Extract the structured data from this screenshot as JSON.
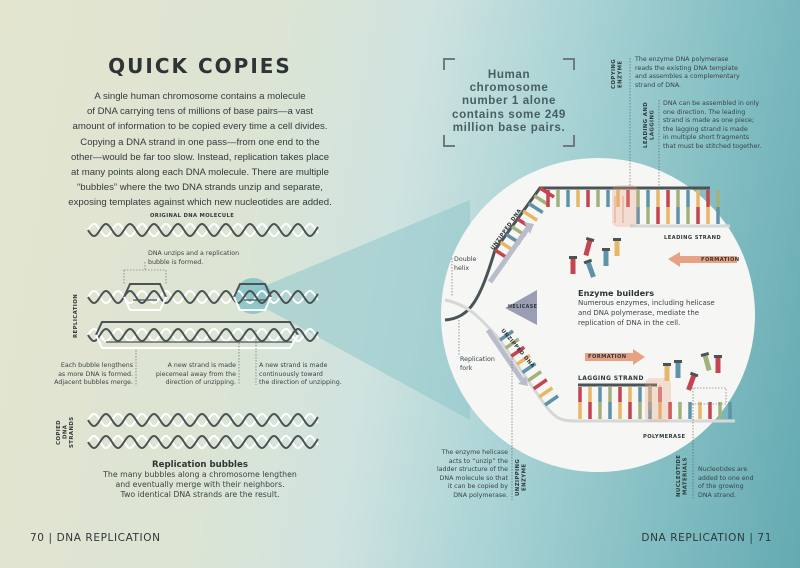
{
  "left_page": {
    "title": "QUICK COPIES",
    "intro_lines": [
      "A single human chromosome contains a molecule",
      "of DNA carrying tens of millions of base pairs—a vast",
      "amount of information to be copied every time a cell divides.",
      "Copying a DNA strand in one pass—from one end to the",
      "other—would be far too slow. Instead, replication takes place",
      "at many points along each DNA molecule. There are multiple",
      "“bubbles” where the two DNA strands unzip and separate,",
      "exposing templates against which new nucleotides are added."
    ],
    "diagram": {
      "original_label": "ORIGINAL DNA MOLECULE",
      "unzip_note": [
        "DNA unzips and a replication",
        "bubble is formed."
      ],
      "replication_label": "REPLICATION",
      "note_lengthens": [
        "Each bubble lengthens",
        "as more DNA is formed.",
        "Adjacent bubbles merge."
      ],
      "note_piecemeal": [
        "A new strand is made",
        "piecemeal away from the",
        "direction of unzipping."
      ],
      "note_continuous": [
        "A new strand is made",
        "continuously toward",
        "the direction of unzipping."
      ],
      "copied_label": "COPIED DNA STRANDS",
      "caption_title": "Replication bubbles",
      "caption_lines": [
        "The many bubbles along a chromosome lengthen",
        "and eventually merge with their neighbors.",
        "Two identical DNA strands are the result."
      ]
    },
    "footer": "70 | DNA REPLICATION"
  },
  "right_page": {
    "fact_lines": [
      "Human",
      "chromosome",
      "number 1 alone",
      "contains some 249",
      "million base pairs."
    ],
    "copying_enzyme": {
      "label": "COPYING ENZYME",
      "text": [
        "The enzyme DNA polymerase",
        "reads the existing DNA template",
        "and assembles a complementary",
        "strand of DNA."
      ]
    },
    "leading_lagging": {
      "label": "LEADING AND LAGGING",
      "text": [
        "DNA can be assembled in only",
        "one direction. The leading",
        "strand is made as one piece;",
        "the lagging strand is made",
        "in multiple short fragments",
        "that must be stitched together."
      ]
    },
    "circle": {
      "double_helix": [
        "Double",
        "helix"
      ],
      "replication_fork": [
        "Replication",
        "fork"
      ],
      "unzipped_top": "UNZIPPED DNA",
      "unzipped_bottom": "UNZIPPED DNA",
      "helicase": "HELICASE",
      "leading_strand": "LEADING STRAND",
      "lagging_strand": "LAGGING STRAND",
      "formation_top": "FORMATION",
      "formation_bottom": "FORMATION",
      "polymerase": "POLYMERASE",
      "enzyme_title": "Enzyme builders",
      "enzyme_lines": [
        "Numerous enzymes, including helicase",
        "and DNA polymerase, mediate the",
        "replication of DNA in the cell."
      ]
    },
    "unzipping_enzyme": {
      "label": "UNZIPPING ENZYME",
      "text": [
        "The enzyme helicase",
        "acts to “unzip” the",
        "ladder structure of the",
        "DNA molecule so that",
        "it can be copied by",
        "DNA polymerase."
      ]
    },
    "nucleotide_materials": {
      "label": "NUCLEOTIDE MATERIALS",
      "text": [
        "Nucleotides are",
        "added to one end",
        "of the growing",
        "DNA strand."
      ]
    },
    "footer": "DNA REPLICATION | 71"
  },
  "colors": {
    "base_red": "#c4444f",
    "base_yellow": "#e8b765",
    "base_blue": "#5f93a8",
    "base_green": "#a2b27a",
    "strand_dark": "#4a5356",
    "arrow_salmon": "#e7a285",
    "helicase_gray": "#9a9db3"
  }
}
